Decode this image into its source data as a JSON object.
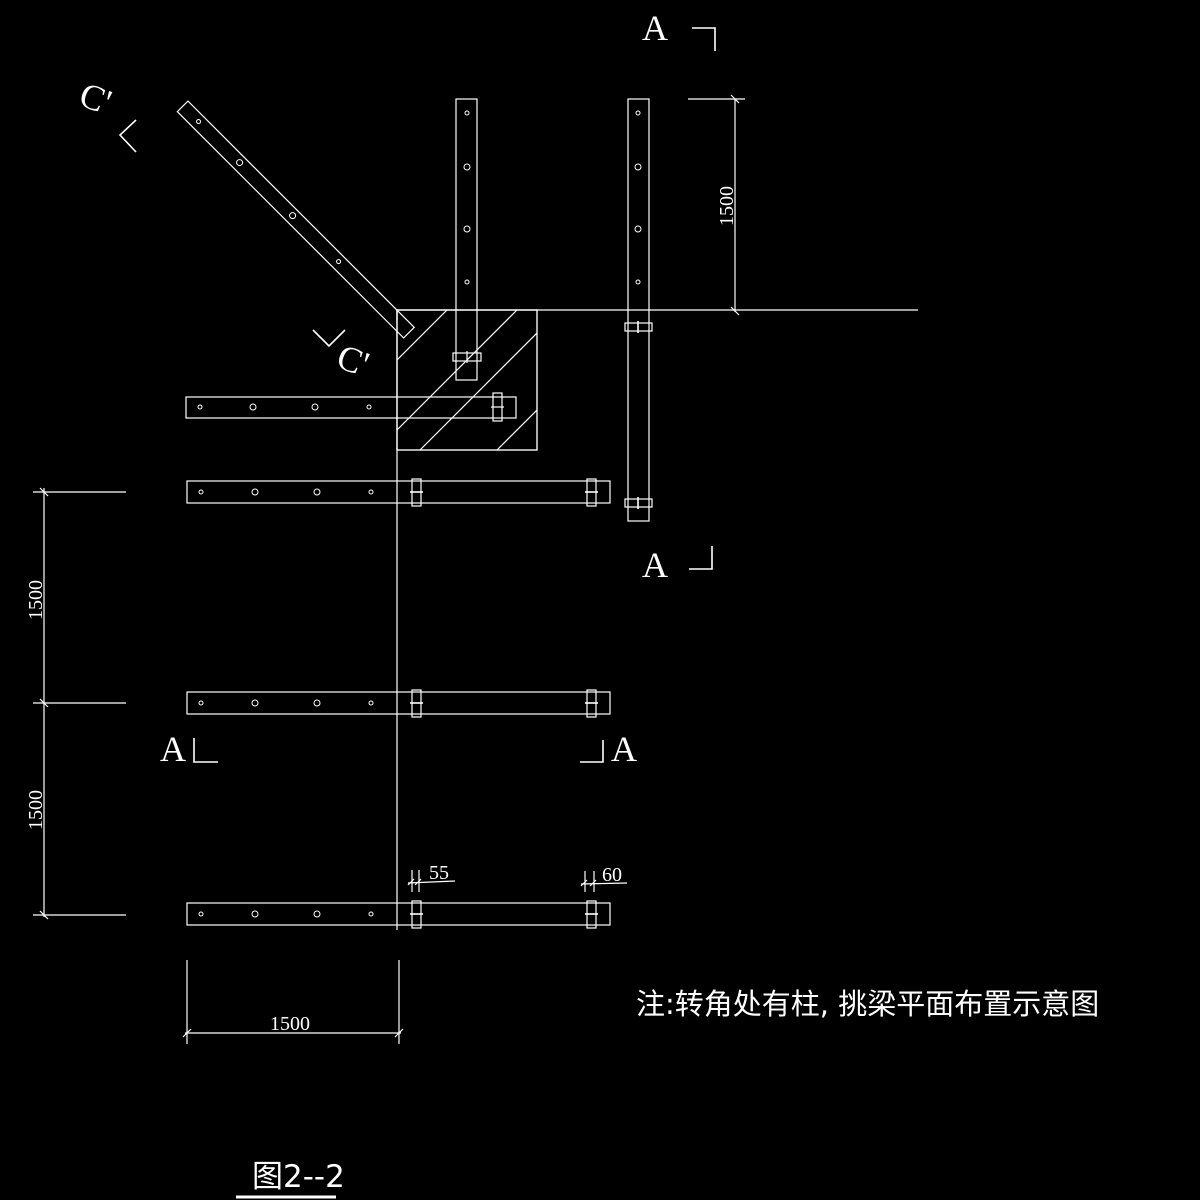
{
  "drawing": {
    "background": "#000000",
    "line_color": "#ffffff",
    "section_labels": {
      "a_top": "A",
      "a_mid_right": "A",
      "a_left": "A",
      "a_right": "A",
      "c_top": "C'",
      "c_bottom": "C'"
    },
    "dimensions": {
      "top_right_vertical": "1500",
      "left_vertical_upper": "1500",
      "left_vertical_lower": "1500",
      "bottom_horizontal": "1500",
      "bolt_offset_left": "55",
      "bolt_offset_right": "60"
    },
    "note": "注:转角处有柱, 挑梁平面布置示意图",
    "figure_title": "图2--2"
  }
}
